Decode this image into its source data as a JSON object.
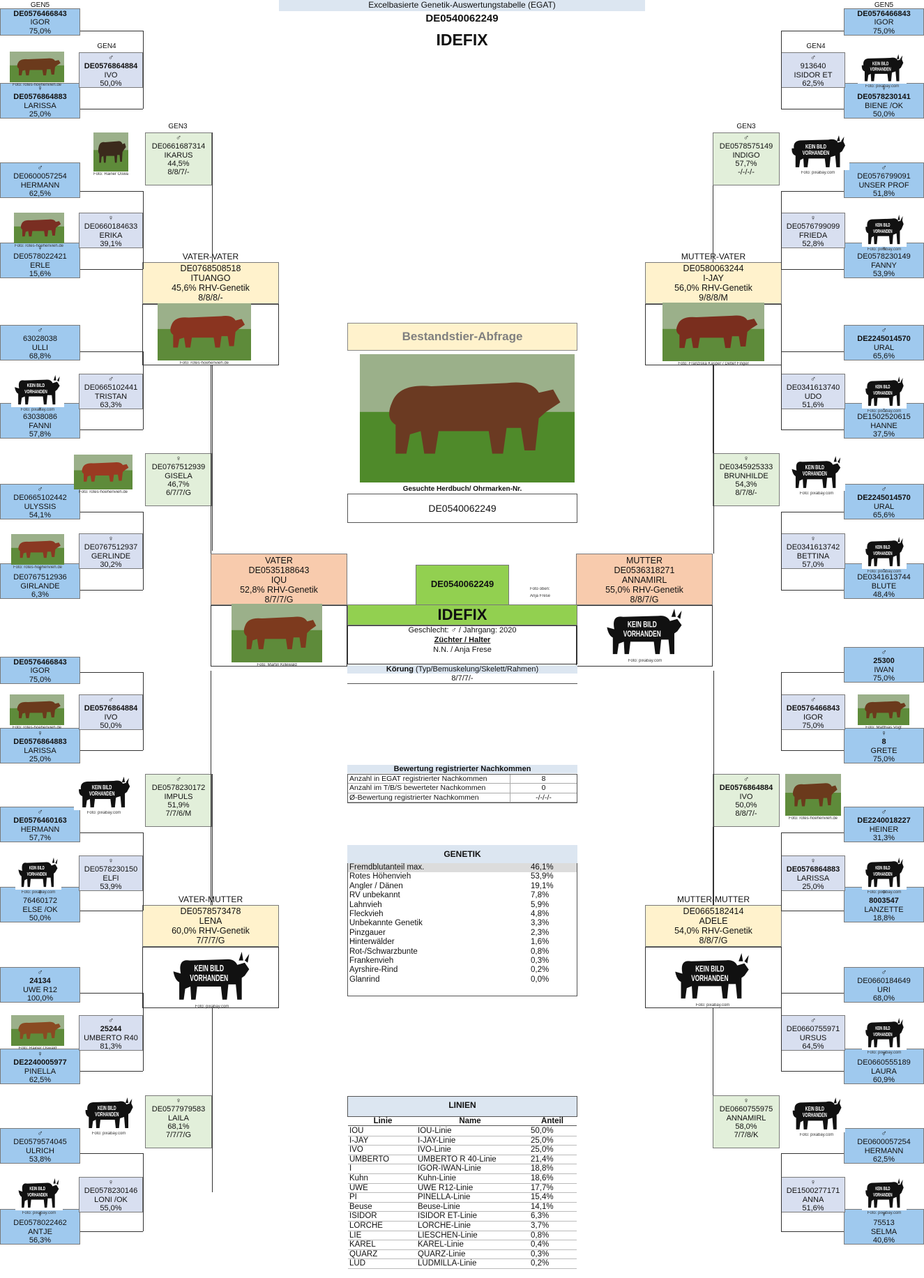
{
  "header": {
    "subtitle": "Excelbasierte Genetik-Auswertungstabelle (EGAT)",
    "id": "DE0540062249",
    "name": "IDEFIX"
  },
  "generation_labels": {
    "gen5": "GEN5",
    "gen4": "GEN4",
    "gen3": "GEN3"
  },
  "role_labels": {
    "vater_vater": "VATER-VATER",
    "mutter_vater": "MUTTER-VATER",
    "vater_mutter": "VATER-MUTTER",
    "mutter_mutter": "MUTTER-MUTTER",
    "vater": "VATER",
    "mutter": "MUTTER"
  },
  "symbols": {
    "male": "♂",
    "female": "♀"
  },
  "no_image_text": [
    "KEIN BILD",
    "VORHANDEN"
  ],
  "photo_credits": {
    "rotes": "Foto: rotes-hoehenvieh.de",
    "pixabay": "Foto: pixabay.com",
    "oswald": "Foto: Rainer Oswald",
    "kasper": "Foto: Franziska Kasper / Detlef Finger",
    "killewald": "Foto: Martin Killewald",
    "vogt": "Foto: Matthias Vogt",
    "oben": "Foto oben:",
    "frese": "Anja Frese"
  },
  "animals": {
    "l1": {
      "id": "DE0576466843",
      "name": "IGOR",
      "pct": "75,0%"
    },
    "l2": {
      "id": "DE0576864884",
      "name": "IVO",
      "pct": "50,0%"
    },
    "l3": {
      "id": "DE0576864883",
      "name": "LARISSA",
      "pct": "25,0%"
    },
    "l4": {
      "id": "DE0661687314",
      "name": "IKARUS",
      "pct": "44,5%",
      "score": "8/8/7/-"
    },
    "l5": {
      "id": "DE0600057254",
      "name": "HERMANN",
      "pct": "62,5%"
    },
    "l6": {
      "id": "DE0660184633",
      "name": "ERIKA",
      "pct": "39,1%"
    },
    "l7": {
      "id": "DE0578022421",
      "name": "ERLE",
      "pct": "15,6%"
    },
    "vv": {
      "id": "DE0768508518",
      "name": "ITUANGO",
      "pct": "45,6%  RHV-Genetik",
      "score": "8/8/8/-"
    },
    "l8": {
      "id": "63028038",
      "name": "ULLI",
      "pct": "68,8%"
    },
    "l9": {
      "id": "DE0665102441",
      "name": "TRISTAN",
      "pct": "63,3%"
    },
    "l10": {
      "id": "63038086",
      "name": "FANNI",
      "pct": "57,8%"
    },
    "l11": {
      "id": "DE0767512939",
      "name": "GISELA",
      "pct": "46,7%",
      "score": "6/7/7/G"
    },
    "l12": {
      "id": "DE0665102442",
      "name": "ULYSSIS",
      "pct": "54,1%"
    },
    "l13": {
      "id": "DE0767512937",
      "name": "GERLINDE",
      "pct": "30,2%"
    },
    "l14": {
      "id": "DE0767512936",
      "name": "GIRLANDE",
      "pct": "6,3%"
    },
    "vater": {
      "id": "DE0535188643",
      "name": "IQU",
      "pct": "52,8%  RHV-Genetik",
      "score": "8/7/7/G"
    },
    "l15": {
      "id": "DE0576466843",
      "name": "IGOR",
      "pct": "75,0%"
    },
    "l16": {
      "id": "DE0576864884",
      "name": "IVO",
      "pct": "50,0%"
    },
    "l17": {
      "id": "DE0576864883",
      "name": "LARISSA",
      "pct": "25,0%"
    },
    "l18": {
      "id": "DE0578230172",
      "name": "IMPULS",
      "pct": "51,9%",
      "score": "7/7/6/M"
    },
    "l19": {
      "id": "DE0576460163",
      "name": "HERMANN",
      "pct": "57,7%"
    },
    "l20": {
      "id": "DE0578230150",
      "name": "ELFI",
      "pct": "53,9%"
    },
    "l21": {
      "id": "76460172",
      "name": "ELSE /OK",
      "pct": "50,0%"
    },
    "vm": {
      "id": "DE0578573478",
      "name": "LENA",
      "pct": "60,0%  RHV-Genetik",
      "score": "7/7/7/G"
    },
    "l22": {
      "id": "24134",
      "name": "UWE R12",
      "pct": "100,0%"
    },
    "l23": {
      "id": "25244",
      "name": "UMBERTO R40",
      "pct": "81,3%"
    },
    "l24": {
      "id": "DE2240005977",
      "name": "PINELLA",
      "pct": "62,5%"
    },
    "l25": {
      "id": "DE0577979583",
      "name": "LAILA",
      "pct": "68,1%",
      "score": "7/7/7/G"
    },
    "l26": {
      "id": "DE0579574045",
      "name": "ULRICH",
      "pct": "53,8%"
    },
    "l27": {
      "id": "DE0578230146",
      "name": "LONI /OK",
      "pct": "55,0%"
    },
    "l28": {
      "id": "DE0578022462",
      "name": "ANTJE",
      "pct": "56,3%"
    },
    "r1": {
      "id": "DE0576466843",
      "name": "IGOR",
      "pct": "75,0%"
    },
    "r2": {
      "id": "913640",
      "name": "ISIDOR ET",
      "pct": "62,5%"
    },
    "r3": {
      "id": "DE0578230141",
      "name": "BIENE /OK",
      "pct": "50,0%"
    },
    "r4": {
      "id": "DE0578575149",
      "name": "INDIGO",
      "pct": "57,7%",
      "score": "-/-/-/-"
    },
    "r5": {
      "id": "DE0576799091",
      "name": "UNSER PROF",
      "pct": "51,8%"
    },
    "r6": {
      "id": "DE0576799099",
      "name": "FRIEDA",
      "pct": "52,8%"
    },
    "r7": {
      "id": "DE0578230149",
      "name": "FANNY",
      "pct": "53,9%"
    },
    "mv": {
      "id": "DE0580063244",
      "name": "I-JAY",
      "pct": "56,0%  RHV-Genetik",
      "score": "9/8/8/M"
    },
    "r8": {
      "id": "DE2245014570",
      "name": "URAL",
      "pct": "65,6%"
    },
    "r9": {
      "id": "DE0341613740",
      "name": "UDO",
      "pct": "51,6%"
    },
    "r10": {
      "id": "DE1502520615",
      "name": "HANNE",
      "pct": "37,5%"
    },
    "r11": {
      "id": "DE0345925333",
      "name": "BRUNHILDE",
      "pct": "54,3%",
      "score": "8/7/8/-"
    },
    "r12": {
      "id": "DE2245014570",
      "name": "URAL",
      "pct": "65,6%"
    },
    "r13": {
      "id": "DE0341613742",
      "name": "BETTINA",
      "pct": "57,0%"
    },
    "r14": {
      "id": "DE0341613744",
      "name": "BLUTE",
      "pct": "48,4%"
    },
    "mutter": {
      "id": "DE0536318271",
      "name": "ANNAMIRL",
      "pct": "55,0%  RHV-Genetik",
      "score": "8/8/7/G"
    },
    "r15": {
      "id": "25300",
      "name": "IWAN",
      "pct": "75,0%"
    },
    "r16": {
      "id": "DE0576466843",
      "name": "IGOR",
      "pct": "75,0%"
    },
    "r17": {
      "id": "8",
      "name": "GRETE",
      "pct": "75,0%"
    },
    "r18": {
      "id": "DE0576864884",
      "name": "IVO",
      "pct": "50,0%",
      "score": "8/8/7/-"
    },
    "r19": {
      "id": "DE2240018227",
      "name": "HEINER",
      "pct": "31,3%"
    },
    "r20": {
      "id": "DE0576864883",
      "name": "LARISSA",
      "pct": "25,0%"
    },
    "r21": {
      "id": "8003547",
      "name": "LANZETTE",
      "pct": "18,8%"
    },
    "mm": {
      "id": "DE0665182414",
      "name": "ADELE",
      "pct": "54,0%  RHV-Genetik",
      "score": "8/8/7/G"
    },
    "r22": {
      "id": "DE0660184649",
      "name": "URI",
      "pct": "68,0%"
    },
    "r23": {
      "id": "DE0660755971",
      "name": "URSUS",
      "pct": "64,5%"
    },
    "r24": {
      "id": "DE0660555189",
      "name": "LAURA",
      "pct": "60,9%"
    },
    "r25": {
      "id": "DE0660755975",
      "name": "ANNAMIRL",
      "pct": "58,0%",
      "score": "7/7/8/K"
    },
    "r26": {
      "id": "DE0600057254",
      "name": "HERMANN",
      "pct": "62,5%"
    },
    "r27": {
      "id": "DE1500277171",
      "name": "ANNA",
      "pct": "51,6%"
    },
    "r28": {
      "id": "75513",
      "name": "SELMA",
      "pct": "40,6%"
    }
  },
  "center": {
    "query_title": "Bestandstier-Abfrage",
    "search_label": "Gesuchte Herdbuch/ Ohrmarken-Nr.",
    "search_value": "DE0540062249",
    "id": "DE0540062249",
    "name": "IDEFIX",
    "sex_year": "Geschlecht: ♂ / Jahrgang: 2020",
    "breeder_label": "Züchter / Halter",
    "breeder": "N.N. / Anja Frese",
    "koerung_bold": "Körung",
    "koerung_rest": " (Typ/Bemuskelung/Skelett/Rahmen)",
    "koerung_value": "8/7/7/-"
  },
  "offspring": {
    "title": "Bewertung registrierter Nachkommen",
    "rows": [
      {
        "label": "Anzahl in EGAT registrierter Nachkommen",
        "value": "8"
      },
      {
        "label": "Anzahl im T/B/S bewerteter Nachkommen",
        "value": "0"
      },
      {
        "label": "Ø-Bewertung registrierter Nachkommen",
        "value": "-/-/-/-"
      }
    ]
  },
  "genetik": {
    "title": "GENETIK",
    "rows": [
      {
        "label": "Fremdblutanteil max.",
        "value": "46,1%"
      },
      {
        "label": "Rotes Höhenvieh",
        "value": "53,9%"
      },
      {
        "label": "Angler / Dänen",
        "value": "19,1%"
      },
      {
        "label": "RV unbekannt",
        "value": "7,8%"
      },
      {
        "label": "Lahnvieh",
        "value": "5,9%"
      },
      {
        "label": "Fleckvieh",
        "value": "4,8%"
      },
      {
        "label": "Unbekannte Genetik",
        "value": "3,3%"
      },
      {
        "label": "Pinzgauer",
        "value": "2,3%"
      },
      {
        "label": "Hinterwälder",
        "value": "1,6%"
      },
      {
        "label": "Rot-/Schwarzbunte",
        "value": "0,8%"
      },
      {
        "label": "Frankenvieh",
        "value": "0,3%"
      },
      {
        "label": "Ayrshire-Rind",
        "value": "0,2%"
      },
      {
        "label": "Glanrind",
        "value": "0,0%"
      }
    ]
  },
  "linien": {
    "title": "LINIEN",
    "headers": {
      "linie": "Linie",
      "name": "Name",
      "anteil": "Anteil"
    },
    "rows": [
      {
        "linie": "IOU",
        "name": "IOU-Linie",
        "anteil": "50,0%"
      },
      {
        "linie": "I-JAY",
        "name": "I-JAY-Linie",
        "anteil": "25,0%"
      },
      {
        "linie": "IVO",
        "name": "IVO-Linie",
        "anteil": "25,0%"
      },
      {
        "linie": "UMBERTO",
        "name": "UMBERTO R 40-Linie",
        "anteil": "21,4%"
      },
      {
        "linie": "I",
        "name": "IGOR-IWAN-Linie",
        "anteil": "18,8%"
      },
      {
        "linie": "Kuhn",
        "name": "Kuhn-Linie",
        "anteil": "18,6%"
      },
      {
        "linie": "UWE",
        "name": "UWE R12-Linie",
        "anteil": "17,7%"
      },
      {
        "linie": "PI",
        "name": "PINELLA-Linie",
        "anteil": "15,4%"
      },
      {
        "linie": "Beuse",
        "name": "Beuse-Linie",
        "anteil": "14,1%"
      },
      {
        "linie": "ISIDOR",
        "name": "ISIDOR ET-Linie",
        "anteil": "6,3%"
      },
      {
        "linie": "LORCHE",
        "name": "LORCHE-Linie",
        "anteil": "3,7%"
      },
      {
        "linie": "LIE",
        "name": "LIESCHEN-Linie",
        "anteil": "0,8%"
      },
      {
        "linie": "KAREL",
        "name": "KAREL-Linie",
        "anteil": "0,4%"
      },
      {
        "linie": "QUARZ",
        "name": "QUARZ-Linie",
        "anteil": "0,3%"
      },
      {
        "linie": "LUD",
        "name": "LUDMILLA-Linie",
        "anteil": "0,2%"
      }
    ]
  },
  "colors": {
    "blue": "#9fc9ee",
    "lavender": "#d8dff0",
    "green": "#e2efda",
    "yellow": "#fff2cc",
    "orange": "#f8cbad",
    "name_green": "#92d050",
    "table_header": "#dce6f1"
  }
}
